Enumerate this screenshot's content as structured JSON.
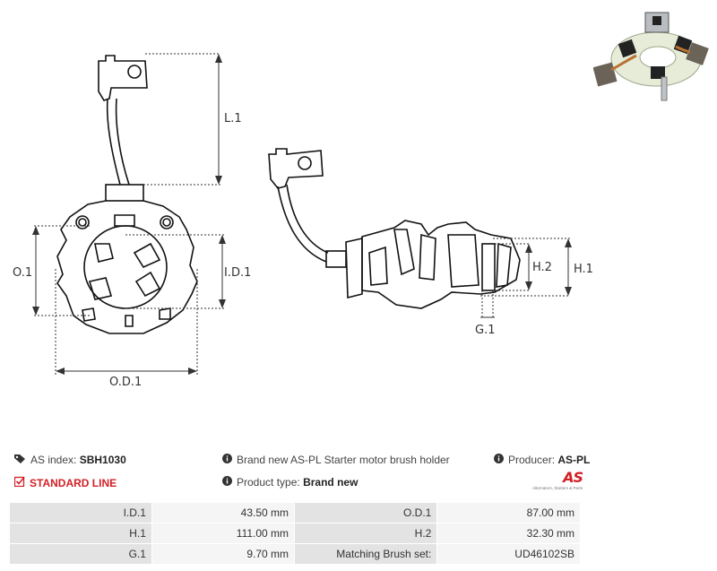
{
  "diagram": {
    "labels": {
      "l1": "L.1",
      "o1": "O.1",
      "id1": "I.D.1",
      "od1": "O.D.1",
      "h1": "H.1",
      "h2": "H.2",
      "g1": "G.1"
    }
  },
  "product": {
    "as_index_label": "AS index:",
    "as_index_value": "SBH1030",
    "line_label": "STANDARD LINE",
    "description": "Brand new AS-PL Starter motor brush holder",
    "type_label": "Product type:",
    "type_value": "Brand new",
    "producer_label": "Producer:",
    "producer_value": "AS-PL",
    "logo_text": "AS",
    "logo_tagline": "Alternators, Starters & Parts"
  },
  "specs": {
    "rows": [
      {
        "k1": "I.D.1",
        "v1": "43.50 mm",
        "k2": "O.D.1",
        "v2": "87.00 mm"
      },
      {
        "k1": "H.1",
        "v1": "111.00 mm",
        "k2": "H.2",
        "v2": "32.30 mm"
      },
      {
        "k1": "G.1",
        "v1": "9.70 mm",
        "k2": "Matching Brush set:",
        "v2": "UD46102SB"
      }
    ]
  },
  "colors": {
    "accent": "#d21f26",
    "key_cell": "#e3e3e3",
    "value_cell": "#f5f5f5"
  }
}
